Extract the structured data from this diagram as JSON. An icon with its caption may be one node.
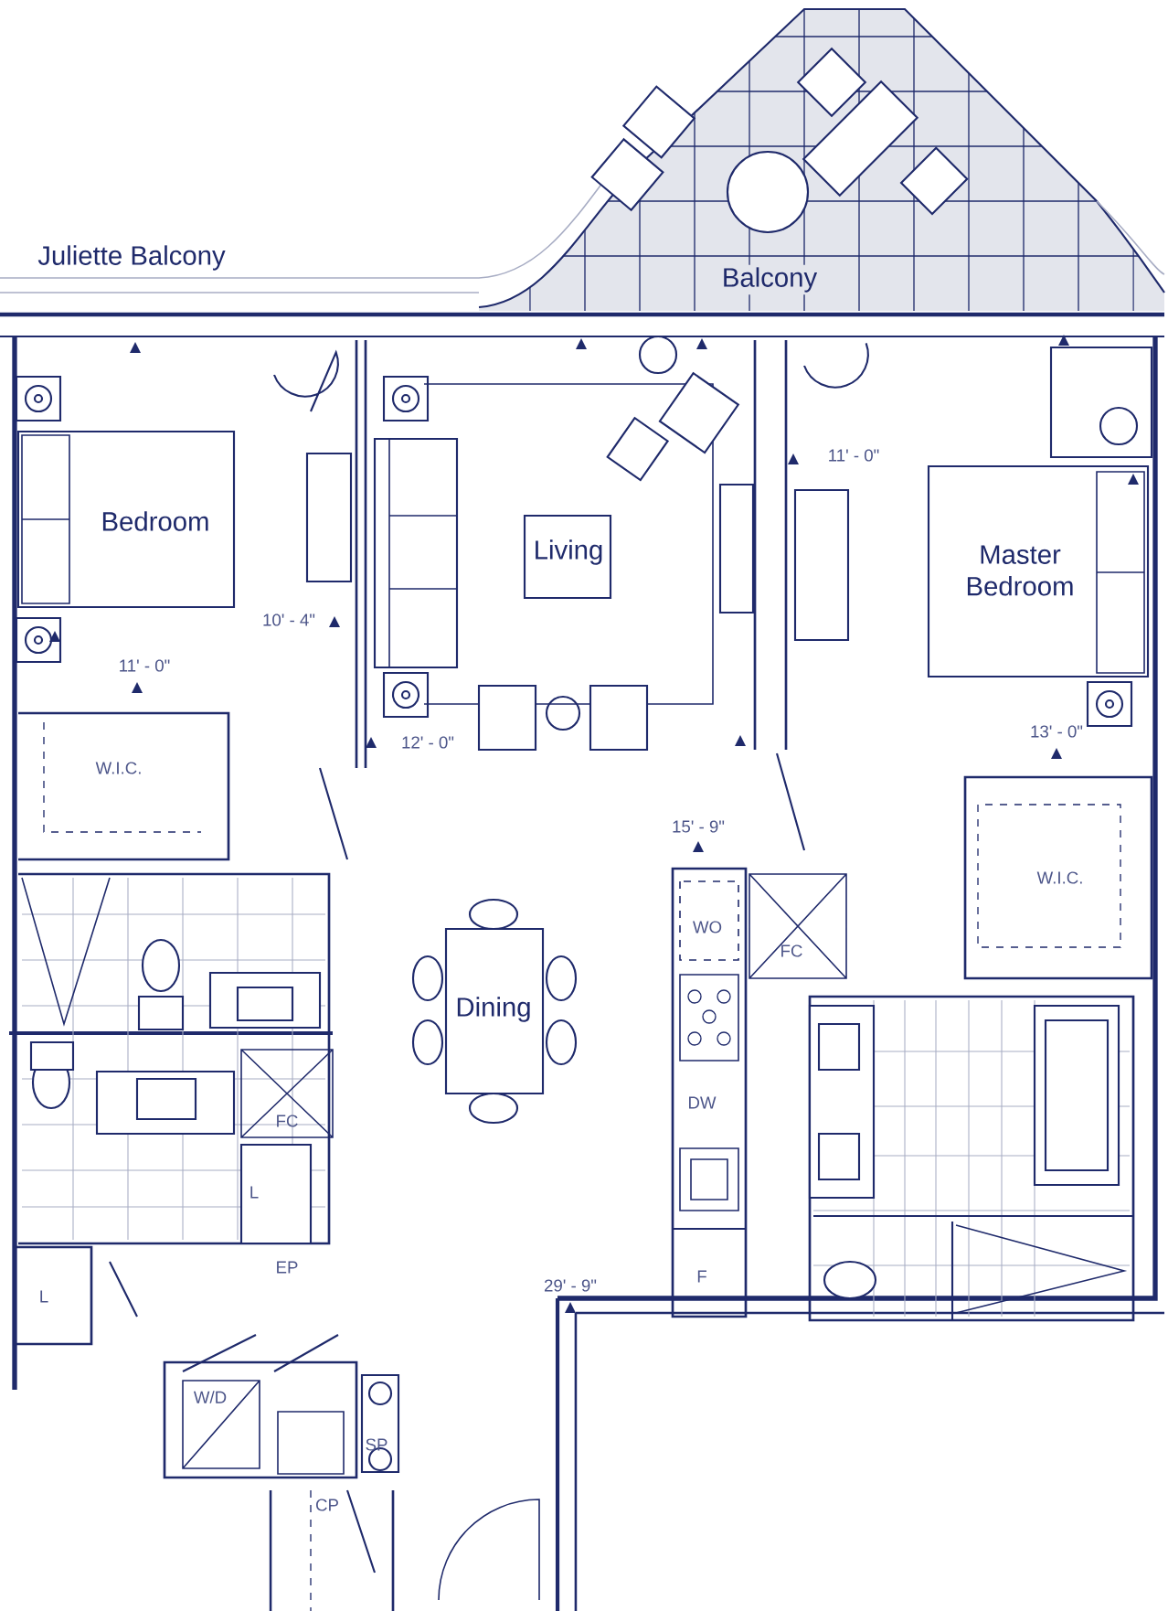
{
  "diagram": {
    "labels": [
      "Juliette Balcony",
      "Balcony",
      "Bedroom",
      "Living",
      "Master Bedroom",
      "10' - 4\"",
      "11' - 0\"",
      "12' - 0\"",
      "11' - 0\"",
      "13' - 0\"",
      "W.I.C.",
      "W.I.C.",
      "15' - 9\"",
      "WO",
      "FC",
      "Dining",
      "FC",
      "DW",
      "L",
      "EP",
      "F",
      "29' - 9\"",
      "L",
      "W/D",
      "SP",
      "CP"
    ]
  }
}
